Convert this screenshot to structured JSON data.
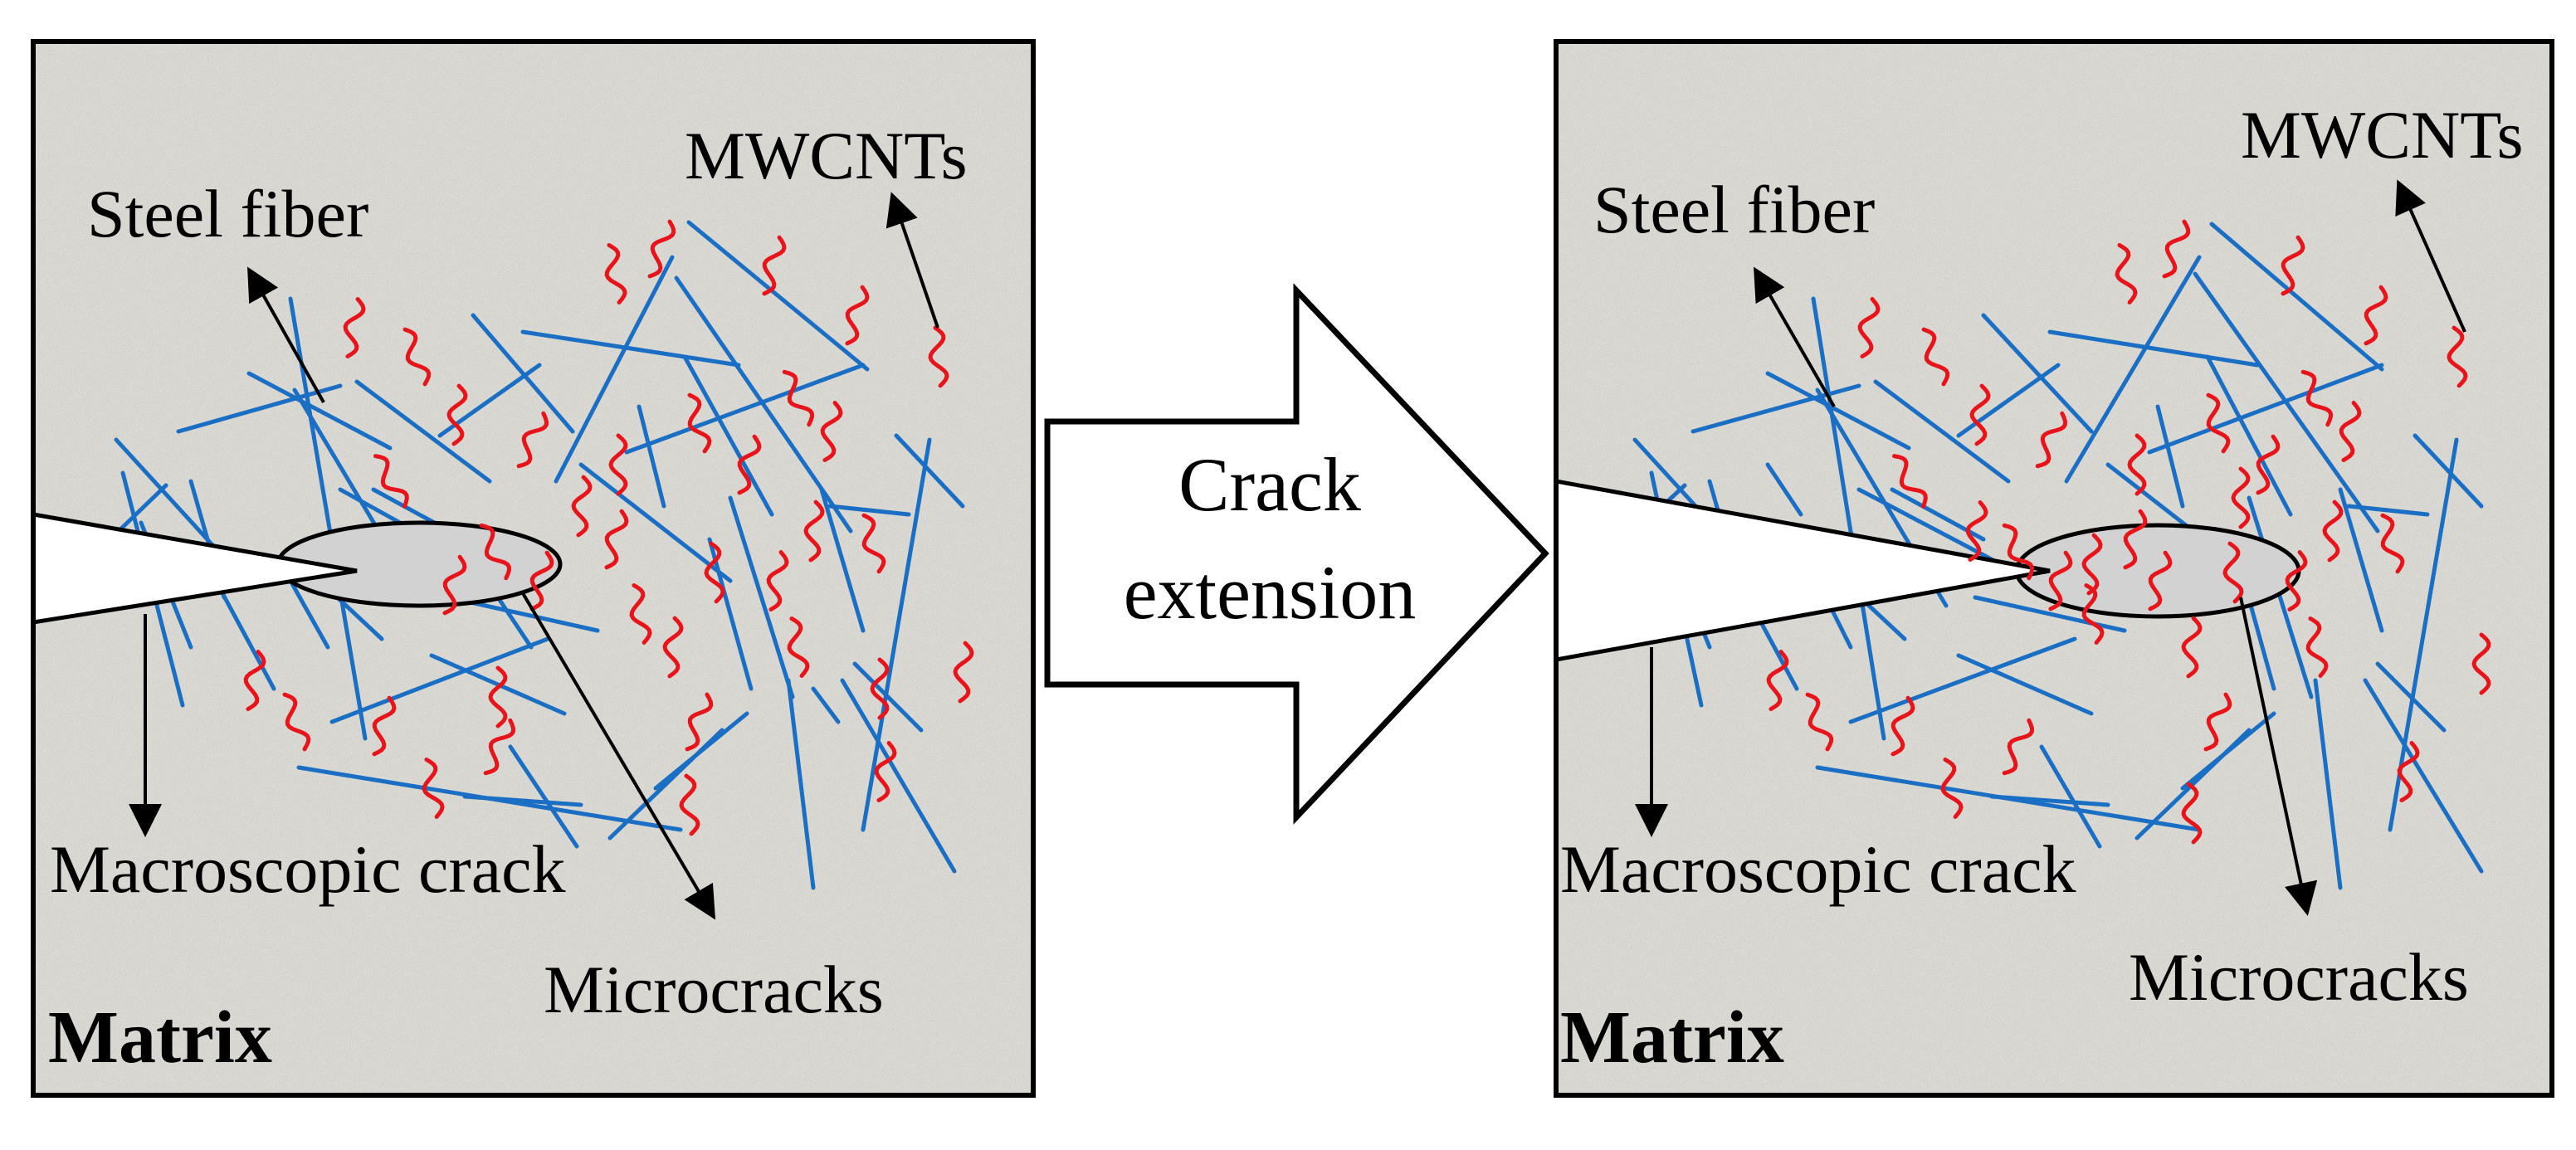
{
  "left_panel": {
    "labels": {
      "mwcnts": "MWCNTs",
      "steel_fiber": "Steel fiber",
      "macroscopic_crack": "Macroscopic crack",
      "microcracks": "Microcracks",
      "matrix": "Matrix"
    }
  },
  "right_panel": {
    "labels": {
      "mwcnts": "MWCNTs",
      "steel_fiber": "Steel fiber",
      "macroscopic_crack": "Macroscopic crack",
      "microcracks": "Microcracks",
      "matrix": "Matrix"
    }
  },
  "arrow": {
    "line1": "Crack",
    "line2": "extension"
  },
  "colors": {
    "fiber": "#1a6fc4",
    "cnt": "#e8141b",
    "matrix": "#e7e5df",
    "crack_zone": "#d2d2d2",
    "outline": "#000000"
  }
}
